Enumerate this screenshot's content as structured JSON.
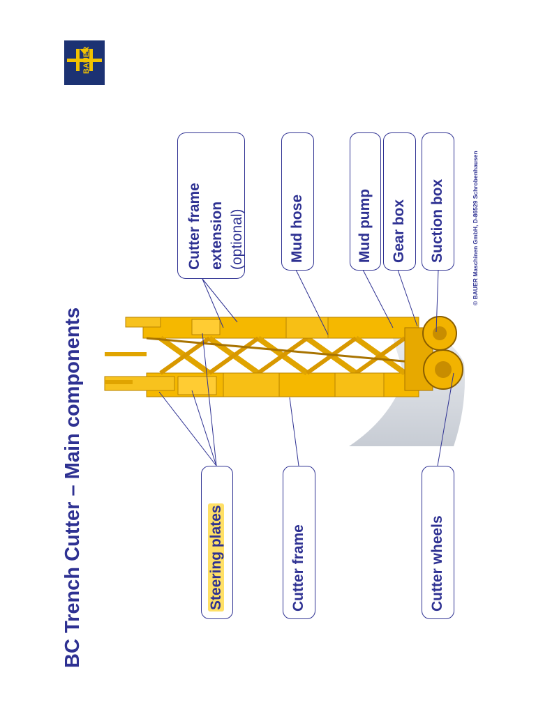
{
  "title": "BC Trench Cutter – Main components",
  "brand": {
    "logo_text": "BAUER",
    "color_bg": "#1c3273",
    "color_fg": "#f2c200"
  },
  "colors": {
    "accent": "#2e3192",
    "machine": "#f5b800",
    "highlight": "#ffe066"
  },
  "labels": {
    "cutter_frame_extension": {
      "line1": "Cutter frame",
      "line2": "extension",
      "line3": "(optional)"
    },
    "mud_hose": "Mud hose",
    "mud_pump": "Mud pump",
    "gear_box": "Gear box",
    "suction_box": "Suction box",
    "steering_plates": "Steering plates",
    "cutter_frame": "Cutter frame",
    "cutter_wheels": "Cutter wheels"
  },
  "footer": {
    "copyright": "© BAUER Maschinen GmbH, D-86529 Schrobenhausen"
  }
}
